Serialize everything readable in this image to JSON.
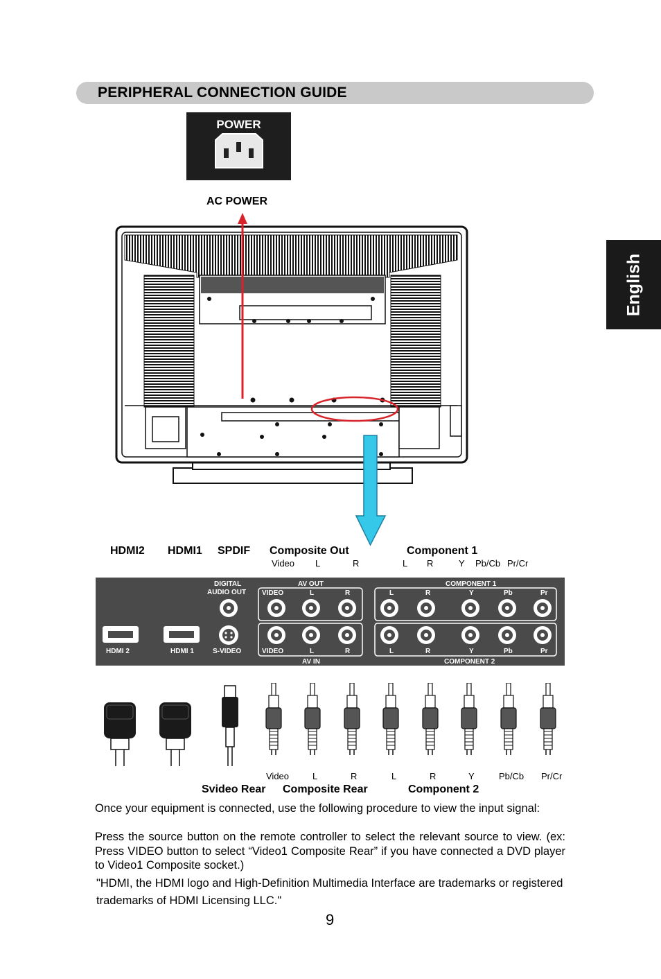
{
  "header": {
    "title": "PERIPHERAL CONNECTION GUIDE"
  },
  "side_tab": {
    "language": "English"
  },
  "power_socket": {
    "panel_label": "POWER",
    "caption": "AC POWER"
  },
  "top_labels": {
    "hdmi2": "HDMI2",
    "hdmi1": "HDMI1",
    "spdif": "SPDIF",
    "composite_out": "Composite Out",
    "component1": "Component 1",
    "sub": {
      "video": "Video",
      "l1": "L",
      "r1": "R",
      "l2": "L",
      "r2": "R",
      "y": "Y",
      "pbcb": "Pb/Cb",
      "prcr": "Pr/Cr"
    }
  },
  "panel": {
    "digital_audio_out": [
      "DIGITAL",
      "AUDIO OUT"
    ],
    "av_out": "AV OUT",
    "av_in": "AV IN",
    "component1": "COMPONENT 1",
    "component2": "COMPONENT 2",
    "video": "VIDEO",
    "l": "L",
    "r": "R",
    "y": "Y",
    "pb": "Pb",
    "pr": "Pr",
    "hdmi2": "HDMI 2",
    "hdmi1": "HDMI 1",
    "svideo": "S-VIDEO"
  },
  "bottom_labels": {
    "sub": {
      "video": "Video",
      "l1": "L",
      "r1": "R",
      "l2": "L",
      "r2": "R",
      "y": "Y",
      "pbcb": "Pb/Cb",
      "prcr": "Pr/Cr"
    },
    "svideo_rear": "Svideo Rear",
    "composite_rear": "Composite Rear",
    "component2": "Component 2"
  },
  "instructions": {
    "p1": "Once your equipment is connected, use the following procedure to view the input signal:",
    "p2": "Press the source button on the remote controller to select the relevant source to view. (ex: Press VIDEO button to select “Video1 Composite Rear” if you have connected a DVD player to Video1 Composite socket.)",
    "trademark": "\"HDMI, the HDMI logo and High-Definition Multimedia Interface are trademarks or registered trademarks of HDMI Licensing LLC.\""
  },
  "page_number": "9",
  "colors": {
    "pointer_arrow": "#d8232a",
    "signal_arrow": "#35c8e8",
    "banner": "#c9c9c9",
    "panel": "#4a4a4a"
  }
}
